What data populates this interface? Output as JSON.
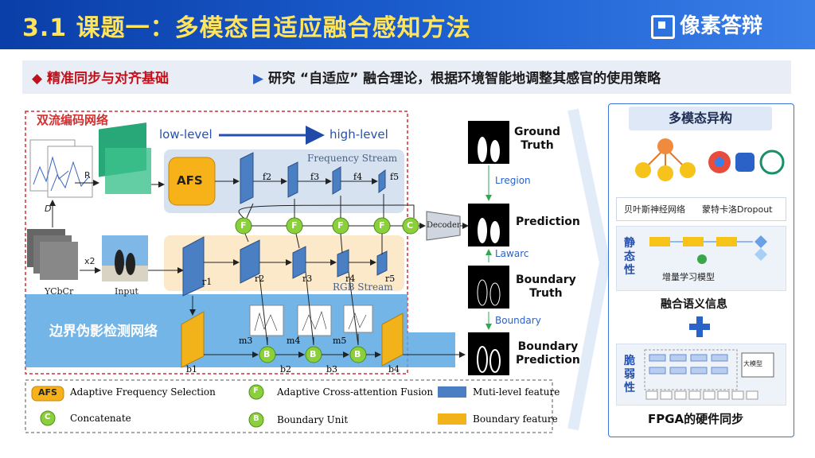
{
  "header": {
    "title": "3.1  课题一：多模态自适应融合感知方法",
    "logo_text": "像素答辩"
  },
  "band": {
    "key": "◆  精准同步与对齐基础",
    "arrow": "▶",
    "value": "研究 “自适应” 融合理论，根据环境智能地调整其感官的使用策略"
  },
  "diagram": {
    "dual_stream_label": "双流编码网络",
    "low_level": "low-level",
    "high_level": "high-level",
    "frequency_stream": "Frequency Stream",
    "rgb_stream": "RGB Stream",
    "boundary_label": "边界伪影检测网络",
    "afs": "AFS",
    "decoder": "Decoder",
    "r_label": "R",
    "d_label": "D",
    "x2_label": "x2",
    "ycbcr_label": "YCbCr",
    "input_label": "Input",
    "f_nodes": [
      "f2",
      "f3",
      "f4",
      "f5"
    ],
    "r_nodes": [
      "r1",
      "r2",
      "r3",
      "r4",
      "r5"
    ],
    "m_nodes": [
      "m3",
      "m4",
      "m5"
    ],
    "b_nodes": [
      "b1",
      "b2",
      "b3",
      "b4"
    ],
    "F_letter": "F",
    "C_letter": "C",
    "B_letter": "B",
    "right_labels": {
      "ground_truth": "Ground\nTruth",
      "lregion": "Lregion",
      "prediction": "Prediction",
      "lawarc": "Lawarc",
      "boundary_truth": "Boundary\nTruth",
      "boundary": "Boundary",
      "boundary_prediction": "Boundary\nPrediction"
    },
    "legend": {
      "afs": "Adaptive Frequency Selection",
      "acf": "Adaptive Cross-attention Fusion",
      "multi": "Muti-level feature",
      "concat": "Concatenate",
      "bu": "Boundary Unit",
      "bf": "Boundary feature"
    }
  },
  "panel": {
    "title": "多模态异构",
    "bayes": "贝叶斯神经网络",
    "mc": "蒙特卡洛Dropout",
    "static_label": "静\n态\n性",
    "incremental": "增量学习模型",
    "semantic": "融合语义信息",
    "fragile_label": "脆\n弱\n性",
    "big_model": "大模型",
    "fpga": "FPGA的硬件同步"
  },
  "colors": {
    "accent": "#1c5fd0",
    "title_yellow": "#ffe45c",
    "red": "#c2101a",
    "feature_blue": "#4a7fc4",
    "boundary_orange": "#f2b21a",
    "node_green": "#8ccf3c",
    "afs_orange": "#f7b21a"
  }
}
